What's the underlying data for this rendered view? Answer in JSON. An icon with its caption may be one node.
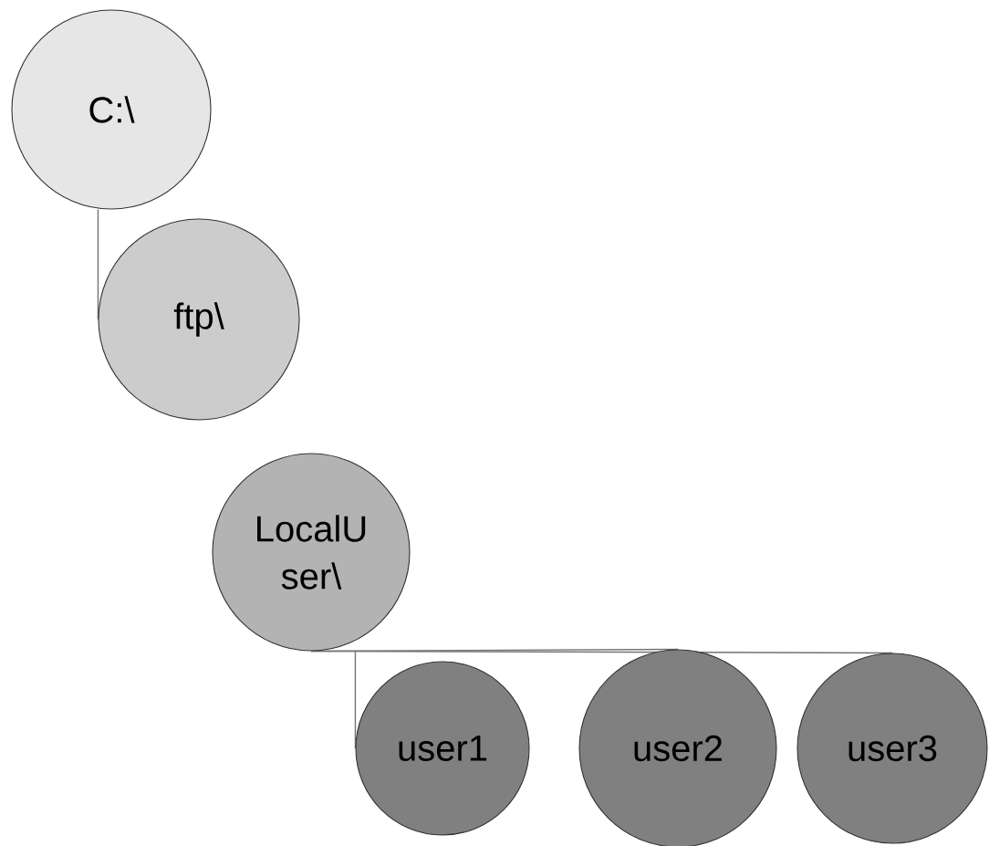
{
  "diagram": {
    "nodes": [
      {
        "text": [
          "C:\\"
        ]
      },
      {
        "text": [
          "ftp\\"
        ]
      },
      {
        "text": [
          "LocalU ser\\"
        ]
      },
      {
        "text": [
          "user1"
        ]
      },
      {
        "text": [
          "user2"
        ]
      },
      {
        "text": [
          "user3"
        ]
      }
    ],
    "edges": [
      {
        "from": 0,
        "to": 1,
        "arrow": "none"
      },
      {
        "from": 2,
        "to": 3,
        "arrow": "none"
      },
      {
        "from": 2,
        "to": 4,
        "arrow": "none"
      },
      {
        "from": 2,
        "to": 5,
        "arrow": "none"
      }
    ]
  }
}
